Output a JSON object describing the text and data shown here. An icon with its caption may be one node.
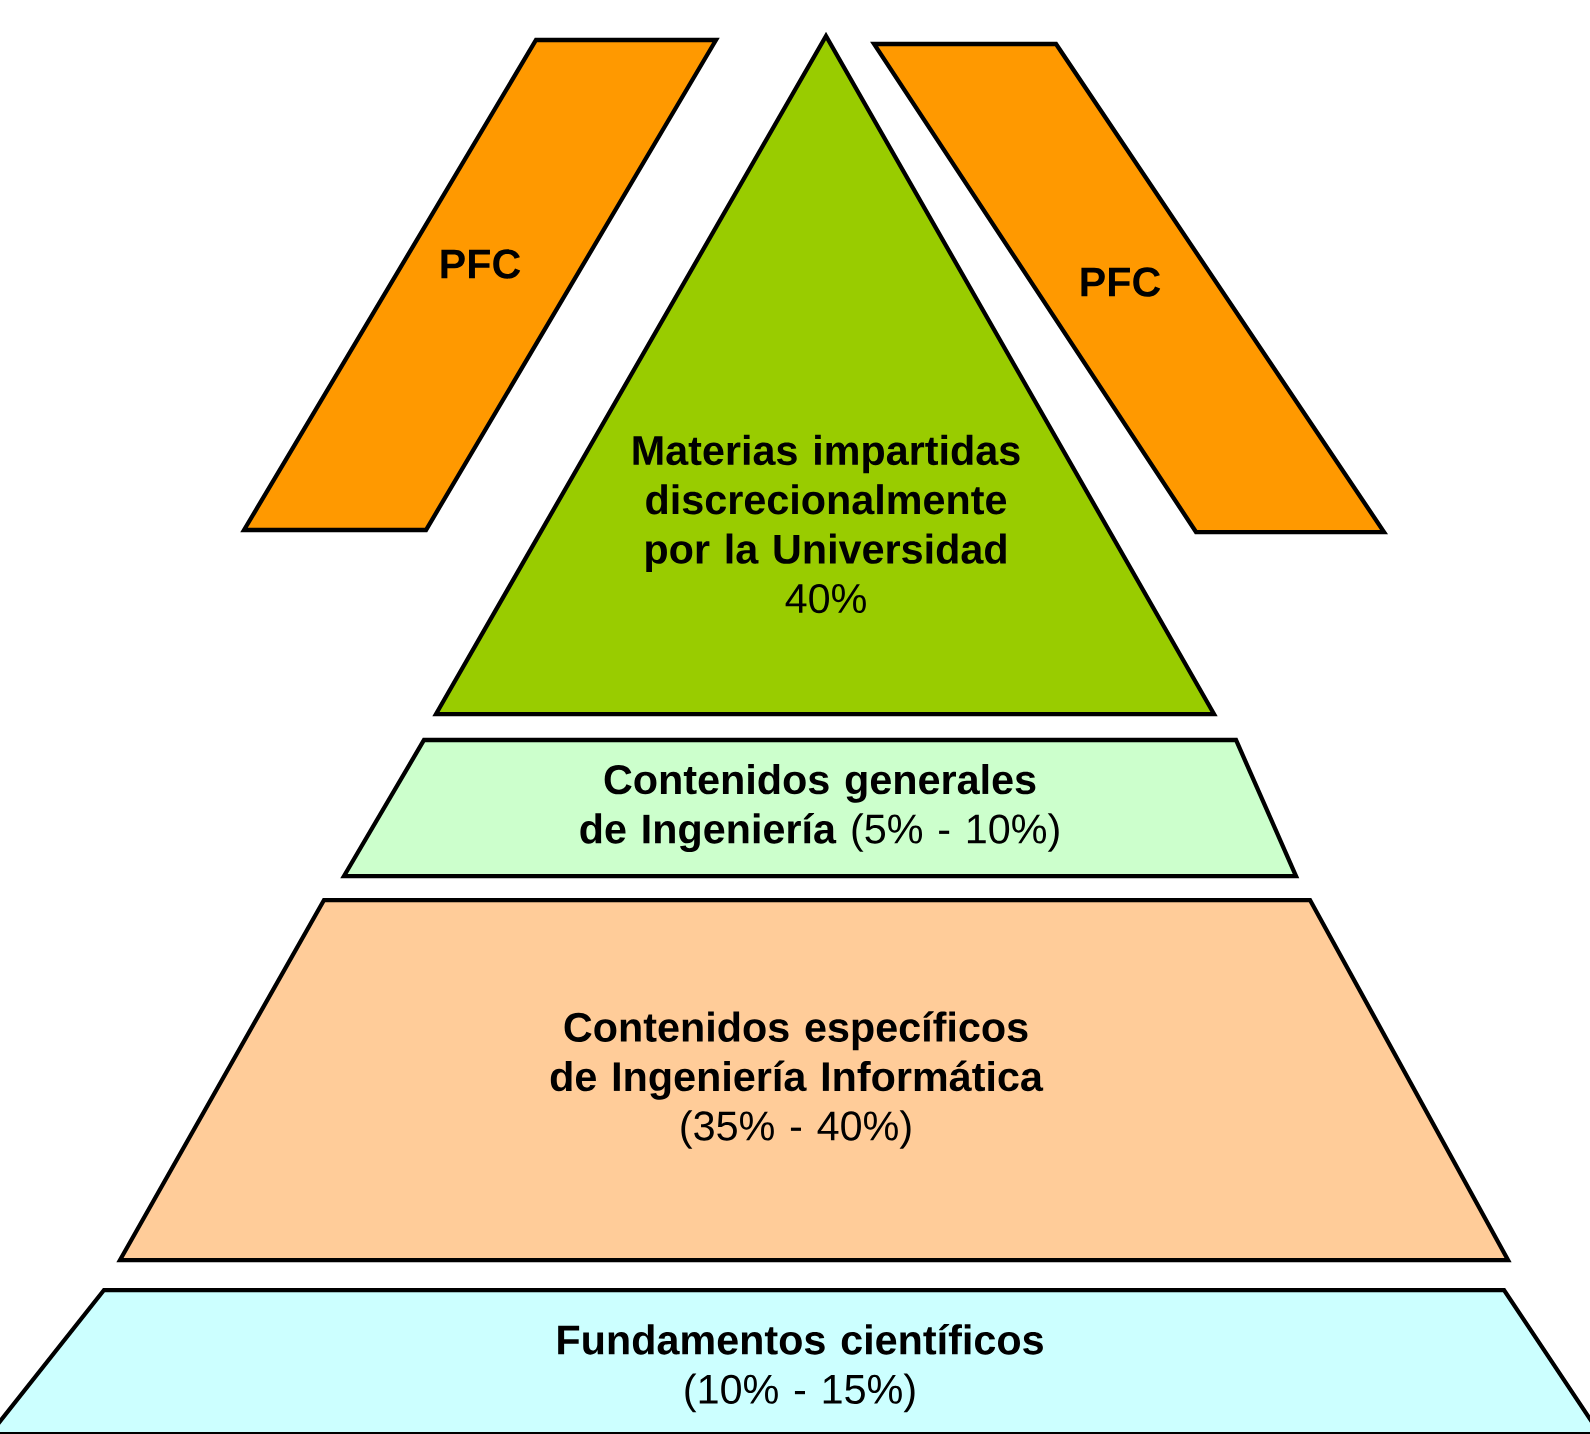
{
  "diagram": {
    "nodes": [
      {
        "text": [
          "PFC"
        ]
      },
      {
        "text": [
          "Materias impartidas discrecionalmente por la Universidad",
          "40%"
        ]
      },
      {
        "text": [
          "PFC"
        ]
      },
      {
        "text": [
          "**Contenidos generales de Ingeniería** (5% - 10%)"
        ]
      },
      {
        "text": [
          "Contenidos específicos de Ingeniería Informática",
          "(35% - 40%)"
        ]
      },
      {
        "text": [
          "Fundamentos científicos",
          "(10% - 15%)"
        ]
      }
    ]
  }
}
